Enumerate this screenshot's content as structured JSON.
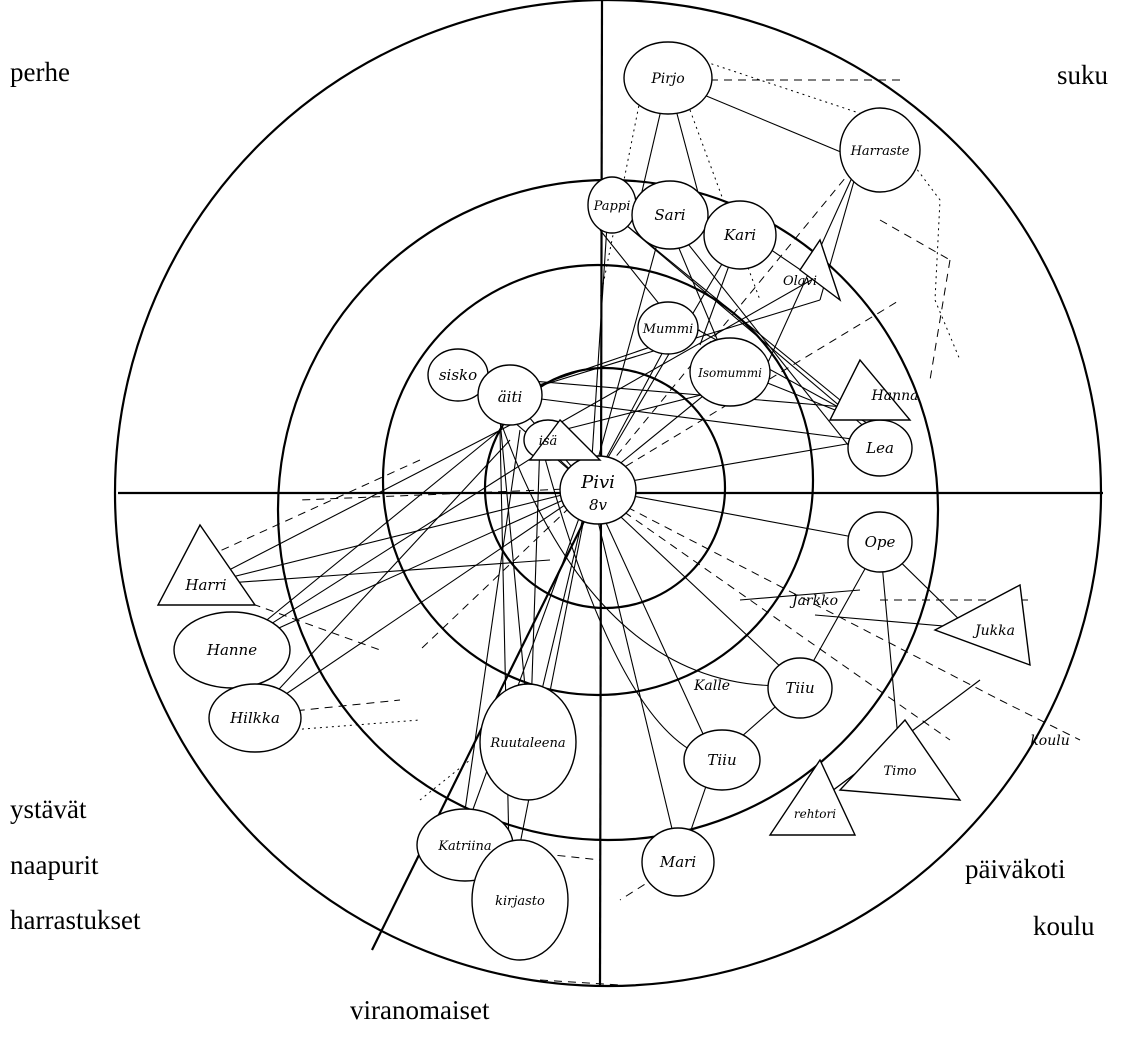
{
  "sectors": {
    "family": "perhe",
    "relatives": "suku",
    "friends": "ystävät",
    "neighbours": "naapurit",
    "hobbies": "harrastukset",
    "authorities": "viranomaiset",
    "daycare": "päiväkoti",
    "school": "koulu"
  },
  "nodes": {
    "center": "Pivi",
    "center_age": "8v",
    "sisko": "sisko",
    "aiti": "äiti",
    "isa": "isä",
    "pappi": "Pappi",
    "sari": "Sari",
    "kari": "Kari",
    "mummi": "Mummi",
    "isomummi": "Isomummi",
    "harri": "Harri",
    "pirjo": "Pirjo",
    "harrastus": "Harraste",
    "olavi": "Olavi",
    "hanna": "Hanna",
    "lea": "Lea",
    "ope": "Ope",
    "jarkko": "Jarkko",
    "jukka": "Jukka",
    "koulu_hand": "koulu",
    "timo": "Timo",
    "rehtori": "rehtori",
    "tiiu1": "Tiiu",
    "tiiu2": "Tiiu",
    "kalle": "Kalle",
    "mari": "Mari",
    "hanne": "Hanne",
    "hilkka": "Hilkka",
    "ruttaleena": "Ruutaleena",
    "katriina": "Katriina",
    "kirjasto": "kirjasto"
  },
  "colors": {
    "ink": "#000000",
    "paper": "#ffffff"
  }
}
